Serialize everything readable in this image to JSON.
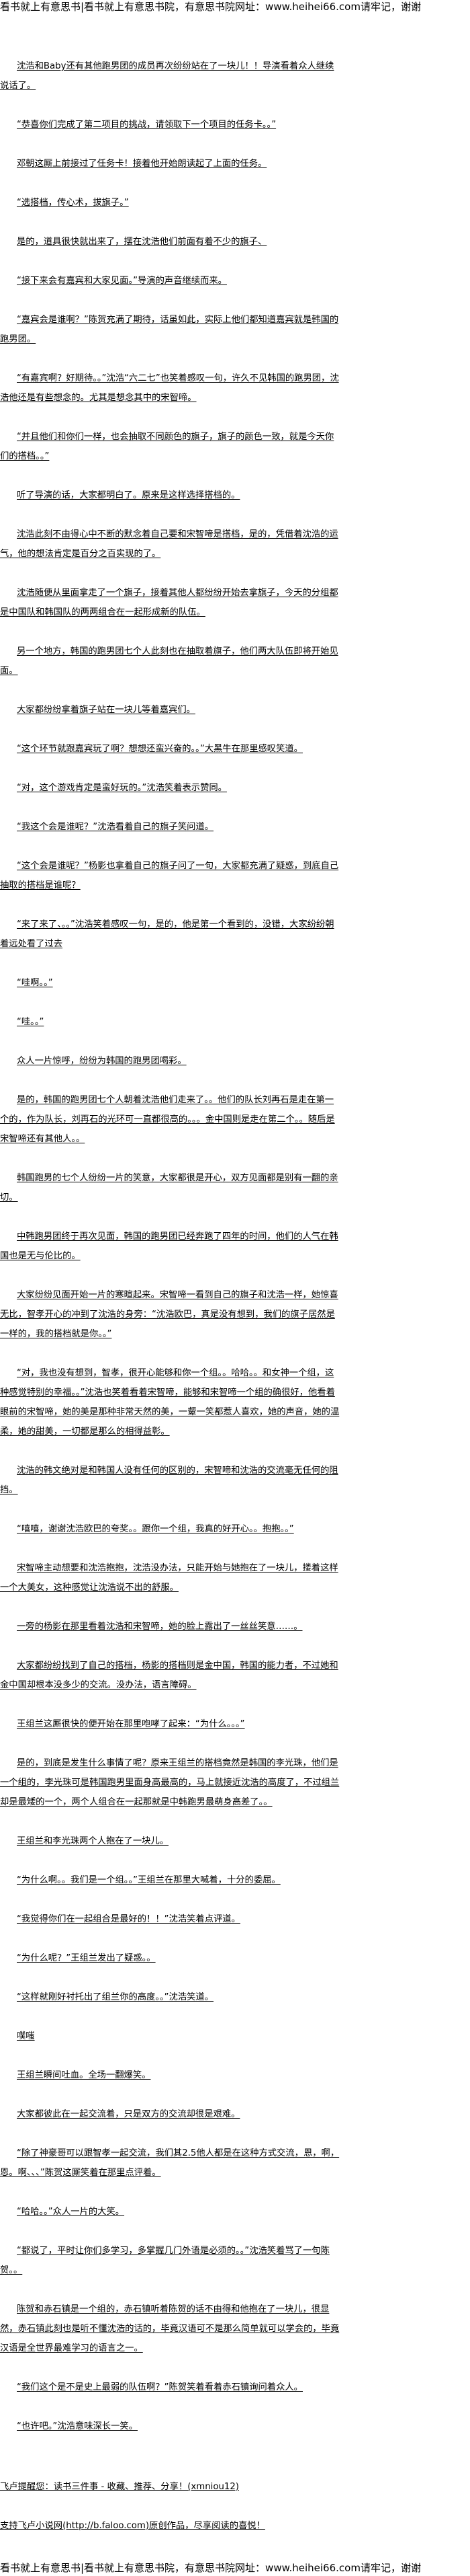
{
  "banner": "看书就上有意思书|看书就上有意思书院，有意思书院网址：www.heihei66.com请牢记，谢谢",
  "paragraphs": [
    "沈浩和Baby还有其他跑男团的成员再次纷纷站在了一块儿！！导演看着众人继续说话了。",
    "“恭喜你们完成了第二项目的挑战，请领取下一个项目的任务卡。。”",
    "邓朝这厮上前接过了任务卡！接着他开始朗读起了上面的任务。",
    "“选搭档，传心术，拔旗子。”",
    "是的，道具很快就出来了，摆在沈浩他们前面有着不少的旗子、",
    "“接下来会有嘉宾和大家见面。”导演的声音继续而来。",
    "“嘉宾会是谁啊？”陈贺充满了期待，话虽如此，实际上他们都知道嘉宾就是韩国的跑男团。",
    "“有嘉宾啊？好期待。。”沈浩“六二七”也笑着感叹一句，许久不见韩国的跑男团，沈浩他还是有些想念的。尤其是想念其中的宋智啼。",
    "“并且他们和你们一样，也会抽取不同颜色的旗子，旗子的颜色一致，就是今天你们的搭档。。”",
    "听了导演的话，大家都明白了。原来是这样选择搭档的。",
    "沈浩此刻不由得心中不断的默念着自己要和宋智啼是搭档，是的，凭借着沈浩的运气，他的想法肯定是百分之百实现的了。",
    "沈浩随便从里面拿走了一个旗子，接着其他人都纷纷开始去拿旗子，今天的分组都是中国队和韩国队的两两组合在一起形成新的队伍。",
    "另一个地方，韩国的跑男团七个人此刻也在抽取着旗子，他们两大队伍即将开始见面。",
    "大家都纷纷拿着旗子站在一块儿等着嘉宾们。",
    "“这个环节就跟嘉宾玩了啊？想想还蛮兴奋的。。”大黑牛在那里感叹笑道。",
    "“对，这个游戏肯定是蛮好玩的。”沈浩笑着表示赞同。",
    "“我这个会是谁呢？”沈浩看着自己的旗子笑问道。",
    "“这个会是谁呢？”杨影也拿着自己的旗子问了一句，大家都充满了疑惑，到底自己抽取的搭档是谁呢？",
    "“来了来了、。。”沈浩笑着感叹一句，是的，他是第一个看到的，没错，大家纷纷朝着远处看了过去",
    "“哇啊。。”",
    "“哇。。”",
    "众人一片惊呼，纷纷为韩国的跑男团喝彩。",
    "是的，韩国的跑男团七个人朝着沈浩他们走来了。。他们的队长刘再石是走在第一个的，作为队长，刘再石的光环可一直都很高的。。。金中国则是走在第二个。。随后是宋智啼还有其他人。。",
    "韩国跑男的七个人纷纷一片的笑意，大家都很是开心，双方见面都是别有一翻的亲切。",
    "中韩跑男团终于再次见面，韩国的跑男团已经奔跑了四年的时间，他们的人气在韩国也是无与伦比的。",
    "大家纷纷见面开始一片的寒暄起来。宋智啼一看到自己的旗子和沈浩一样，她惊喜无比，智孝开心的冲到了沈浩的身旁：“沈浩欧巴，真是没有想到，我们的旗子居然是一样的，我的搭档就是你。。”",
    "“对，我也没有想到，智孝，很开心能够和你一个组。。哈哈。。和女神一个组，这种感觉特别的幸福。。”沈浩也笑着看着宋智啼，能够和宋智啼一个组的确很好，他看着眼前的宋智啼，她的美是那种非常天然的美，一颦一笑都惹人喜欢，她的声音，她的温柔，她的甜美，一切都是那么的相得益彰。",
    "沈浩的韩文绝对是和韩国人没有任何的区别的，宋智啼和沈浩的交流毫无任何的阻挡。",
    "“嘻嘻，谢谢沈浩欧巴的夸奖。。跟你一个组，我真的好开心。。抱抱。。”",
    "宋智啼主动想要和沈浩抱抱，沈浩没办法，只能开始与她抱在了一块儿，搂着这样一个大美女，这种感觉让沈浩说不出的舒服。",
    "一旁的杨影在那里看着沈浩和宋智啼，她的脸上露出了一丝丝笑意……。",
    "大家都纷纷找到了自己的搭档，杨影的搭档则是金中国，韩国的能力者，不过她和金中国却根本没多少的交流。没办法，语言障碍。",
    "王组兰这厮很快的便开始在那里咆哮了起来：“为什么。。。”",
    "是的，到底是发生什么事情了呢？原来王组兰的搭档竟然是韩国的李光珠，他们是一个组的，李光珠可是韩国跑男里面身高最高的，马上就接近沈浩的高度了，不过组兰却是最矮的一个，两个人组合在一起那就是中韩跑男最萌身高差了。。",
    "王组兰和李光珠两个人抱在了一块儿。",
    "“为什么啊。。我们是一个组。。”王组兰在那里大喊着，十分的委屈。",
    "“我觉得你们在一起组合是最好的！！”沈浩笑着点评道。",
    "“为什么呢？”王组兰发出了疑惑。。",
    "“这样就刚好衬托出了组兰你的高度。。”沈浩笑道。",
    "噗嗤",
    "王组兰瞬间吐血。全场一翻爆笑。",
    "大家都彼此在一起交流着，只是双方的交流却很是艰难。",
    "“除了神豪哥可以跟智孝一起交流，我们其2.5他人都是在这种方式交流，恩，啊，恩。啊、、、”陈贺这厮笑着在那里点评着。",
    "“哈哈。。”众人一片的大笑。",
    "“都说了，平时让你们多学习，多掌握几门外语是必须的。。”沈浩笑着骂了一句陈贺。。",
    "陈贺和赤石镇是一个组的，赤石镇听着陈贺的话不由得和他抱在了一块儿，很显然，赤石镇此刻也是听不懂沈浩的话的，毕竟汉语可不是那么简单就可以学会的，毕竟汉语是全世界最难学习的语言之一。",
    "“我们这个是不是史上最弱的队伍啊？”陈贺笑着看着赤石镇询问着众人。",
    "“也许吧。”沈浩意味深长一笑。"
  ],
  "footer": {
    "reminder": "飞卢提醒您：读书三件事 - 收藏、推荐、分享！(xmniou12)",
    "support": "支持飞卢小说网(http://b.faloo.com)原创作品，尽享阅读的喜悦！"
  }
}
